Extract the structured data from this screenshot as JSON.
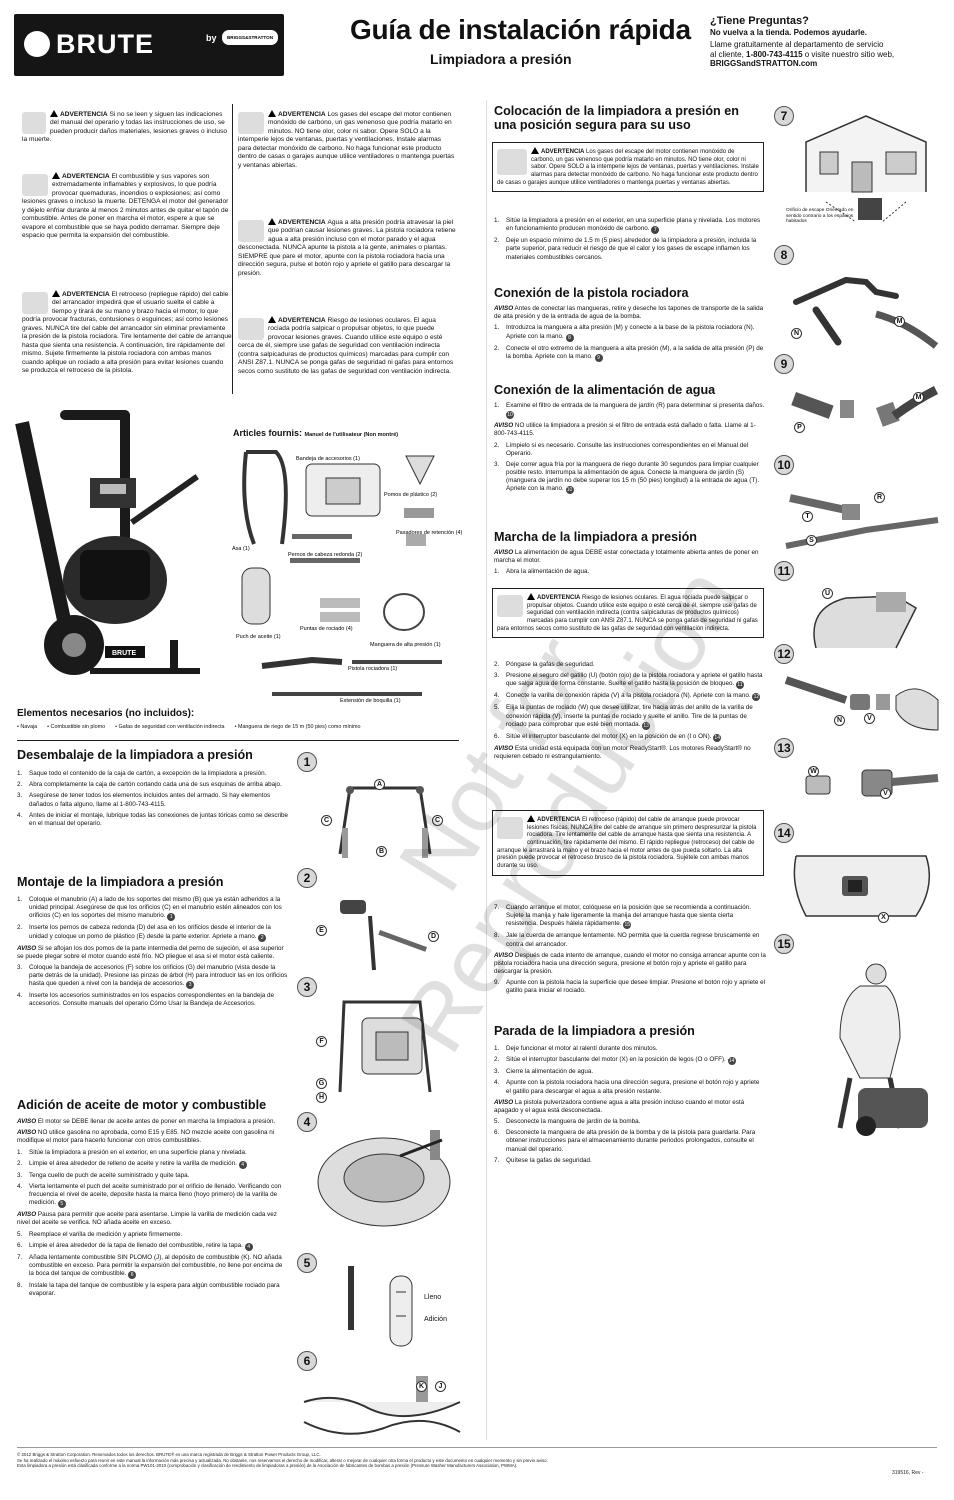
{
  "header": {
    "brand": "BRUTE",
    "by": "by",
    "partner": "BRIGGS&STRATTON",
    "title": "Guía de instalación rápida",
    "subtitle": "Limpiadora a presión",
    "questions_title": "¿Tiene Preguntas?",
    "questions_sub": "No vuelva a la tienda. Podemos ayudarle.",
    "questions_l1": "Llame gratuitamente al departamento de servicio",
    "questions_l2a": "al cliente, ",
    "questions_phone": "1-800-743-4115",
    "questions_l2b": " o visite nuestro sitio web,",
    "questions_web": "BRIGGSandSTRATTON.com"
  },
  "warnings_left": {
    "w1_title": "ADVERTENCIA",
    "w1_text": "Si no se leen y siguen las indicaciones del manual del operario y todas las instrucciones de uso, se pueden producir daños materiales, lesiones graves o incluso la muerte.",
    "w2_title": "ADVERTENCIA",
    "w2_text": "El combustible y sus vapores son extremadamente inflamables y explosivos, lo que podría provocar quemaduras, incendios o explosiones; así como lesiones graves o incluso la muerte. DETENGA el motor del generador y déjelo enfriar durante al menos 2 minutos antes de quitar el tapón de combustible. Antes de poner en marcha el motor, espere a que se evapore el combustible que se haya podido derramar. Siempre deje espacio que permita la expansión del combustible.",
    "w3_title": "ADVERTENCIA",
    "w3_text": "El retroceso (repliegue rápido) del cable del arrancador impedirá que el usuario suelte el cable a tiempo y tirará de su mano y brazo hacia el motor, lo que podría provocar fracturas, contusiones o esguinces; así como lesiones graves. NUNCA tire del cable del arrancador sin eliminar previamente la presión de la pistola rociadora. Tire lentamente del cable de arranque hasta que sienta una resistencia. A continuación, tire rápidamente del mismo. Sujete firmemente la pistola rociadora con ambas manos cuando aplique un rociado a alta presión para evitar lesiones cuando se produzca el retroceso de la pistola."
  },
  "warnings_mid": {
    "w4_title": "ADVERTENCIA",
    "w4_text": "Los gases del escape del motor contienen monóxido de carbono, un gas venenoso que podría matarlo en minutos. NO tiene olor, color ni sabor. Opere SOLO a la intemperie lejos de ventanas, puertas y ventilaciones. Instale alarmas para detectar monóxido de carbono. No haga funcionar este producto dentro de casas o garajes aunque utilice ventiladores o mantenga puertas y ventanas abiertas.",
    "w5_title": "ADVERTENCIA",
    "w5_text": "Agua a alta presión podría atravesar la piel que podrían causar lesiones graves. La pistola rociadora retiene agua a alta presión incluso con el motor parado y el agua desconectada. NUNCA apunte la pistola a la gente, animales o plantas. SIEMPRE que pare el motor, apunte con la pistola rociadora hacia una dirección segura, pulse el botón rojo y apriete el gatillo para descargar la presión.",
    "w6_title": "ADVERTENCIA",
    "w6_text": "Riesgo de lesiones oculares. El agua rociada podría salpicar o propulsar objetos, lo que puede provocar lesiones graves. Cuando utilice este equipo o esté cerca de él, siempre use gafas de seguridad con ventilación indirecta (contra salpicaduras de productos químicos) marcadas para cumplir con ANSI Z87.1. NUNCA se ponga gafas de seguridad ni gafas para entornos secos como sustituto de las gafas de seguridad con ventilación indirecta."
  },
  "articles": {
    "title": "Articles fournis:",
    "manual": "Manuel de l'utilisateur (Non montré)",
    "items": [
      "Bandeja de accesorios (1)",
      "Pomos de plástico (2)",
      "Asa (1)",
      "Pernos de cabeza redonda (2)",
      "Pasadores de retención (4)",
      "Puch de aceite (1)",
      "Puntas de rociado (4)",
      "Manguera de alta presión (1)",
      "Pistola rociadora (1)",
      "Extensión de boquilla (1)"
    ]
  },
  "needed": {
    "title": "Elementos necesarios (no incluidos):",
    "items": [
      "• Navaja",
      "• Combustible sin plomo",
      "• Gafas de seguridad con ventilación indirecta",
      "• Manguera de riego de 15 m (50 pies) como mínimo"
    ]
  },
  "unpack": {
    "title": "Desembalaje de la limpiadora a presión",
    "s1": "Saque todo el contenido de la caja de cartón, a excepción de la limpiadora a presión.",
    "s2": "Abra completamente la caja de cartón cortando cada una de sus esquinas de arriba abajo.",
    "s3": "Asegúrese de tener todos los elementos incluidos antes del armado. Si hay elementos dañados o falta alguno, llame al 1-800-743-4115.",
    "s4": "Antes de iniciar el montaje, lubrique todas las conexiones de juntas tóricas como se describe en el manual del operario."
  },
  "assembly": {
    "title": "Montaje de la limpiadora a presión",
    "s1": "Coloque el manubrio (A) a lado de los soportes del mismo (B) que ya están adheridos a la unidad principal. Asegúrese de que los orificios (C) en el manubrio estén alineados con los orificios (C) en los soportes del mismo manubrio.",
    "s2": "Inserte los pernos de cabeza redonda (D) del asa en los orificios desde el interior de la unidad y coloque un pomo de plástico (E) desde la parte exterior. Apriete a mano.",
    "aviso": "Si se aflojan los dos pomos de la parte intermedia del perno de sujeción, el asa superior se puede plegar sobre el motor cuando esté frío. NO pliegue el asa si el motor está caliente.",
    "s3": "Coloque la bandeja de accesorios (F) sobre los orificios (G) del manubrio (vista desde la parte detrás de la unidad). Presione las pinzas de árbol (H) para introducir las en los orificios hasta que queden a nivel con la bandeja de accesorios.",
    "s4": "Inserte los accesorios suministrados en los espacios correspondientes en la bandeja de accesorios. Consulte manuals del operario Cómo Usar la Bandeja de Accesorios."
  },
  "oil": {
    "title": "Adición de aceite de motor y combustible",
    "a1": "El motor se DEBE llenar de aceite antes de poner en marcha la limpiadora a presión.",
    "a2": "NO utilice gasolina no aprobada, como E15 y E85. NO mezcle aceite con gasolina ni modifique el motor para hacerlo funcionar con otros combustibles.",
    "s1": "Sitúe la limpiadora a presión en el exterior, en una superficie plana y nivelada.",
    "s2": "Limpie el área alrededor de relleno de aceite y retire la varilla de medición.",
    "s3": "Tenga cuello de puch de aceite suministrado y quite tapa.",
    "s4": "Vierta lentamente el puch del aceite suministrado por el orificio de llenado. Verificando con frecuencia el nivel de aceite, deposite hasta la marca lleno (hoyo primero) de la varilla de medición.",
    "a3": "Pausa para permitir que aceite para asentarse. Limpie la varilla de medición cada vez nivel del aceite se verifica. NO añada aceite en exceso.",
    "s5": "Reemplace el varilla de medición y apriete firmemente.",
    "s6": "Limpie el área alrededor de la tapa de llenado del combustible, retire la tapa.",
    "s7": "Añada lentamente combustible SIN PLOMO (J), al depósito de combustible (K). NO añada combustible en exceso. Para permitir la expansión del combustible, no llene por encima de la boca del tanque de combustible.",
    "s8": "Instale la tapa del tanque de combustible y la espera para algún combustible rociado para evaporar."
  },
  "placement": {
    "title": "Colocación de la limpiadora a presión en una posición segura para su uso",
    "w_title": "ADVERTENCIA",
    "w_text": "Los gases del escape del motor contienen monóxido de carbono, un gas venenoso que podría matarlo en minutos. NO tiene olor, color ni sabor. Opere SOLO a la intemperie lejos de ventanas, puertas y ventilaciones. Instale alarmas para detectar monóxido de carbono. No haga funcionar este producto dentro de casas o garajes aunque utilice ventiladores o mantenga puertas y ventanas abiertas.",
    "s1": "Sitúe la limpiadora a presión en el exterior, en una superficie plana y nivelada. Los motores en funcionamiento producen monóxido de carbono.",
    "s2": "Deje un espacio mínimo de 1.5 m (5 pies) alrededor de la limpiadora a presión, incluida la parte superior, para reducir el riesgo de que el calor y los gases de escape inflamen los materiales combustibles cercanos."
  },
  "gun": {
    "title": "Conexión de la pistola rociadora",
    "aviso": "Antes de conectar las mangueras, retire y deseche los tapones de transporte de la salida de alta presión y de la entrada de agua de la bomba.",
    "s1": "Introduzca la manguera a alta presión (M) y conecte a la base de la pistola rociadora (N). Apriete con la mano.",
    "s2": "Conecte el otro extremo de la manguera a alta presión (M), a la salida de alta presión (P) de la bomba. Apriete con la mano."
  },
  "water": {
    "title": "Conexión de la alimentación de agua",
    "s1": "Examine el filtro de entrada de la manguera de jardín (R) para determinar si presenta daños.",
    "aviso": "NO utilice la limpiadora a presión si el filtro de entrada está dañado o falta. Llame al 1-800-743-4115.",
    "s2": "Límpielo si es necesario. Consulte las instrucciones correspondientes en el Manual del Operario.",
    "s3": "Deje correr agua fría por la manguera de riego durante 30 segundos para limpiar cualquier posible resto. Interrumpa la alimentación de agua. Conecte la manguera de jardín (S) (manguera de jardín no debe superar los 15 m (50 pies) longitud) a la entrada de agua (T). Apriete con la mano."
  },
  "start": {
    "title": "Marcha de la limpiadora a presión",
    "aviso": "La alimentación de agua DEBE estar conectada y totalmente abierta antes de poner en marcha el motor.",
    "s1": "Abra la alimentación de agua.",
    "w_title": "ADVERTENCIA",
    "w_text": "Riesgo de lesiones oculares. El agua rociada puede salpicar o propulsar objetos. Cuando utilice este equipo o esté cerca de él, siempre use gafas de seguridad con ventilación indirecta (contra salpicaduras de productos químicos) marcadas para cumplir con ANSI Z87.1. NUNCA se ponga gafas de seguridad ni gafas para entornos secos como sustituto de las gafas de seguridad con ventilación indirecta.",
    "s2": "Póngase la gafas de seguridad.",
    "s3": "Presione el seguro del gatillo (U) (botón rojo) de la pistola rociadora y apriete el gatillo hasta que salga agua de forma constante. Suelte el gatillo hasta la posición de bloqueo.",
    "s4": "Conecte la varilla de conexión rápida (V) a la pistola rociadora (N). Apriete con la mano.",
    "s5": "Elija la puntas de rociado (W) que desee utilizar, tire hacia atrás del anillo de la varilla de conexión rápida (V), inserte la puntas de rociado y suelte el anillo. Tire de la puntas de rociado para comprobar que esté bien montada.",
    "s6": "Sitúe el interruptor basculante del motor (X) en la posición de en (I o ON).",
    "aviso2": "Esta unidad está equipada con un motor ReadyStart®. Los motores ReadyStart® no requieren cebado ni estrangulamiento.",
    "w2_title": "ADVERTENCIA",
    "w2_text": "El retroceso (rápido) del cable de arranque puede provocar lesiones físicas. NUNCA tire del cable de arranque sin primero despresurizar la pistola rociadora. Tire lentamente del cable de arranque hasta que sienta una resistencia. A continuación, tire rápidamente del mismo. El rápido repliegue (retroceso) del cable de arranque le arrastrará la mano y el brazo hacia el motor antes de que pueda soltarlo. La alta presión puede provocar el retroceso brusco de la pistola rociadora. Sujétele con ambas manos durante su uso.",
    "s7": "Cuando arranque el motor, colóquese en la posición que se recomienda a continuación. Sujete la manija y hale ligeramente la manija del arranque hasta que sienta cierta resistencia. Después hálela rápidamente.",
    "s8": "Jale la cuerda de arranque lentamente. NO permita que la cuerda regrese bruscamente en contra del arrancador.",
    "aviso3": "Después de cada intento de arranque, cuando el motor no consiga arrancar apunte con la pistola rociadora hacia una dirección segura, presione el botón rojo y apriete el gatillo para descargar la presión.",
    "s9": "Apunte con la pistola hacia la superficie que desee limpiar. Presione el botón rojo y apriete el gatillo para iniciar el rociado."
  },
  "stop": {
    "title": "Parada de la limpiadora a presión",
    "s1": "Deje funcionar el motor al ralentí durante dos minutos.",
    "s2": "Sitúe el interruptor basculante del motor (X) en la posición de legos (O o OFF).",
    "s3": "Cierre la alimentación de agua.",
    "s4": "Apunte con la pistola rociadora hacia una dirección segura, presione el botón rojo y apriete el gatillo para descargar el agua a alta presión restante.",
    "aviso": "La pistola pulverizadora contiene agua a alta presión incluso cuando el motor está apagado y el agua está desconectada.",
    "s5": "Desconecte la manguera de jardín de la bomba.",
    "s6": "Desconecte la manguera de alta presión de la bomba y de la pistola para guardarla. Para obtener instrucciones para el almacenamiento durante periodos prolongados, consulte el manual del operario.",
    "s7": "Quítese la gafas de seguridad."
  },
  "figures": {
    "f7_caption": "Orificio de escape Orientado en sentido contrario a los espacios habitados",
    "f5_full": "Lleno",
    "f5_add": "Adición"
  },
  "watermark": {
    "l1": "Not for",
    "l2": "Reproduction"
  },
  "footer": {
    "l1": "© 2012 Briggs & Stratton Corporation. Reservados todos los derechos. BRUTE® es una marca registrada de Briggs & Stratton Power Products Group, LLC.",
    "l2": "Se ha realizado el máximo esfuerzo para reunir en este manual la información más precisa y actualizada. No obstante, nos reservamos el derecho de modificar, alterar o mejorar de cualquier otra forma el producto y este documento en cualquier momento y sin previo aviso.",
    "l3": "Esta limpiadora a presión está clasificada conforme a la norma PW101-2010 (comprobación y clasificación de rendimiento de limpiadoras a presión) de la Asociación de fabricantes de bombas a presión (Pressure Washer Manufacturers Association, PWMA).",
    "code": "319516, Rev -"
  }
}
